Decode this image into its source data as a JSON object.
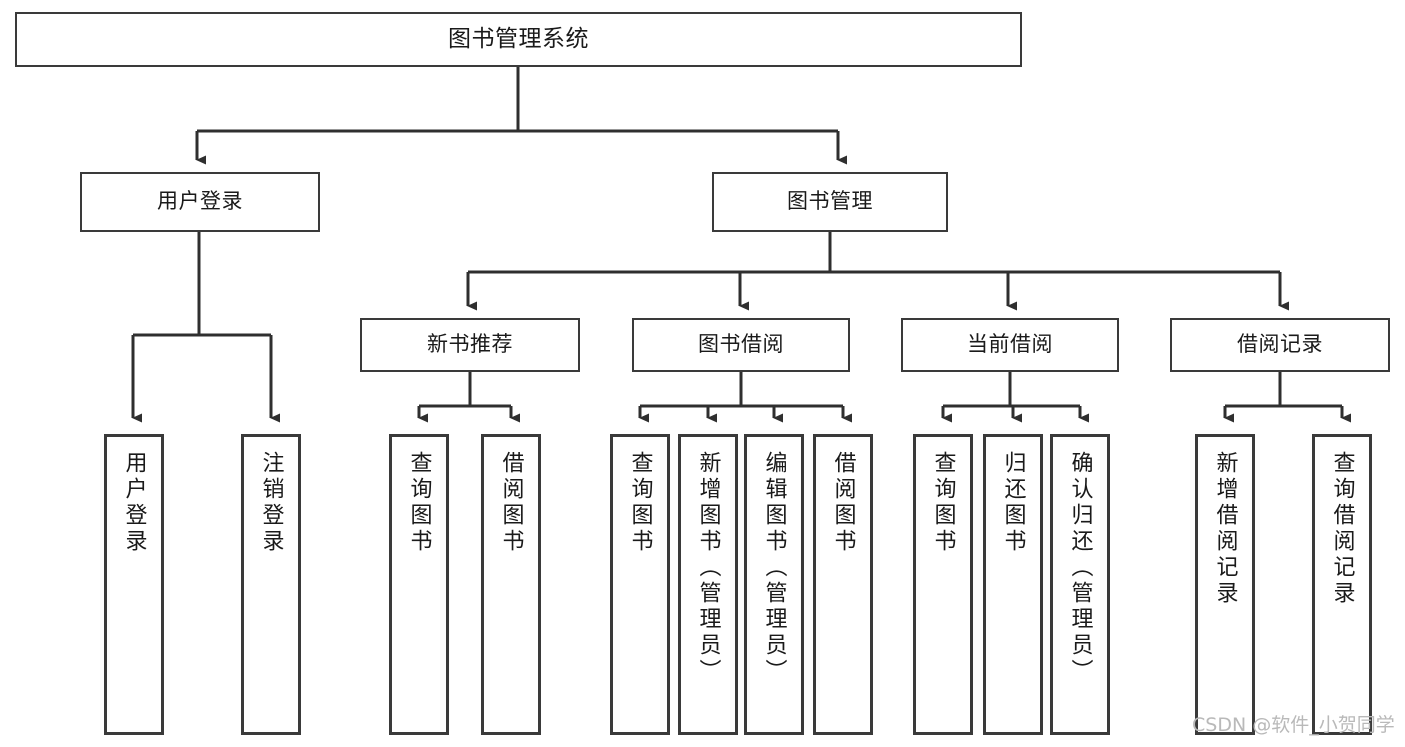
{
  "diagram": {
    "type": "tree-hierarchy",
    "title": "图书管理系统",
    "orientation": "top-down",
    "colors": {
      "border": "#3a3a3a",
      "background": "#ffffff",
      "text": "#1a1a1a",
      "connector": "#2f2f2f",
      "watermark": "#b9b9b9"
    },
    "root": {
      "label": "图书管理系统"
    },
    "level1": [
      {
        "label": "用户登录"
      },
      {
        "label": "图书管理"
      }
    ],
    "level2": [
      {
        "label": "新书推荐"
      },
      {
        "label": "图书借阅"
      },
      {
        "label": "当前借阅"
      },
      {
        "label": "借阅记录"
      }
    ],
    "leaves": {
      "user_login": [
        {
          "label": "用户登录"
        },
        {
          "label": "注销登录"
        }
      ],
      "new_book_recommend": [
        {
          "label": "查询图书"
        },
        {
          "label": "借阅图书"
        }
      ],
      "book_borrow": [
        {
          "label": "查询图书"
        },
        {
          "label": "新增图书（管理员）"
        },
        {
          "label": "编辑图书（管理员）"
        },
        {
          "label": "借阅图书"
        }
      ],
      "current_borrow": [
        {
          "label": "查询图书"
        },
        {
          "label": "归还图书"
        },
        {
          "label": "确认归还（管理员）"
        }
      ],
      "borrow_record": [
        {
          "label": "新增借阅记录"
        },
        {
          "label": "查询借阅记录"
        }
      ]
    },
    "watermark": "CSDN @软件_小贺同学"
  }
}
